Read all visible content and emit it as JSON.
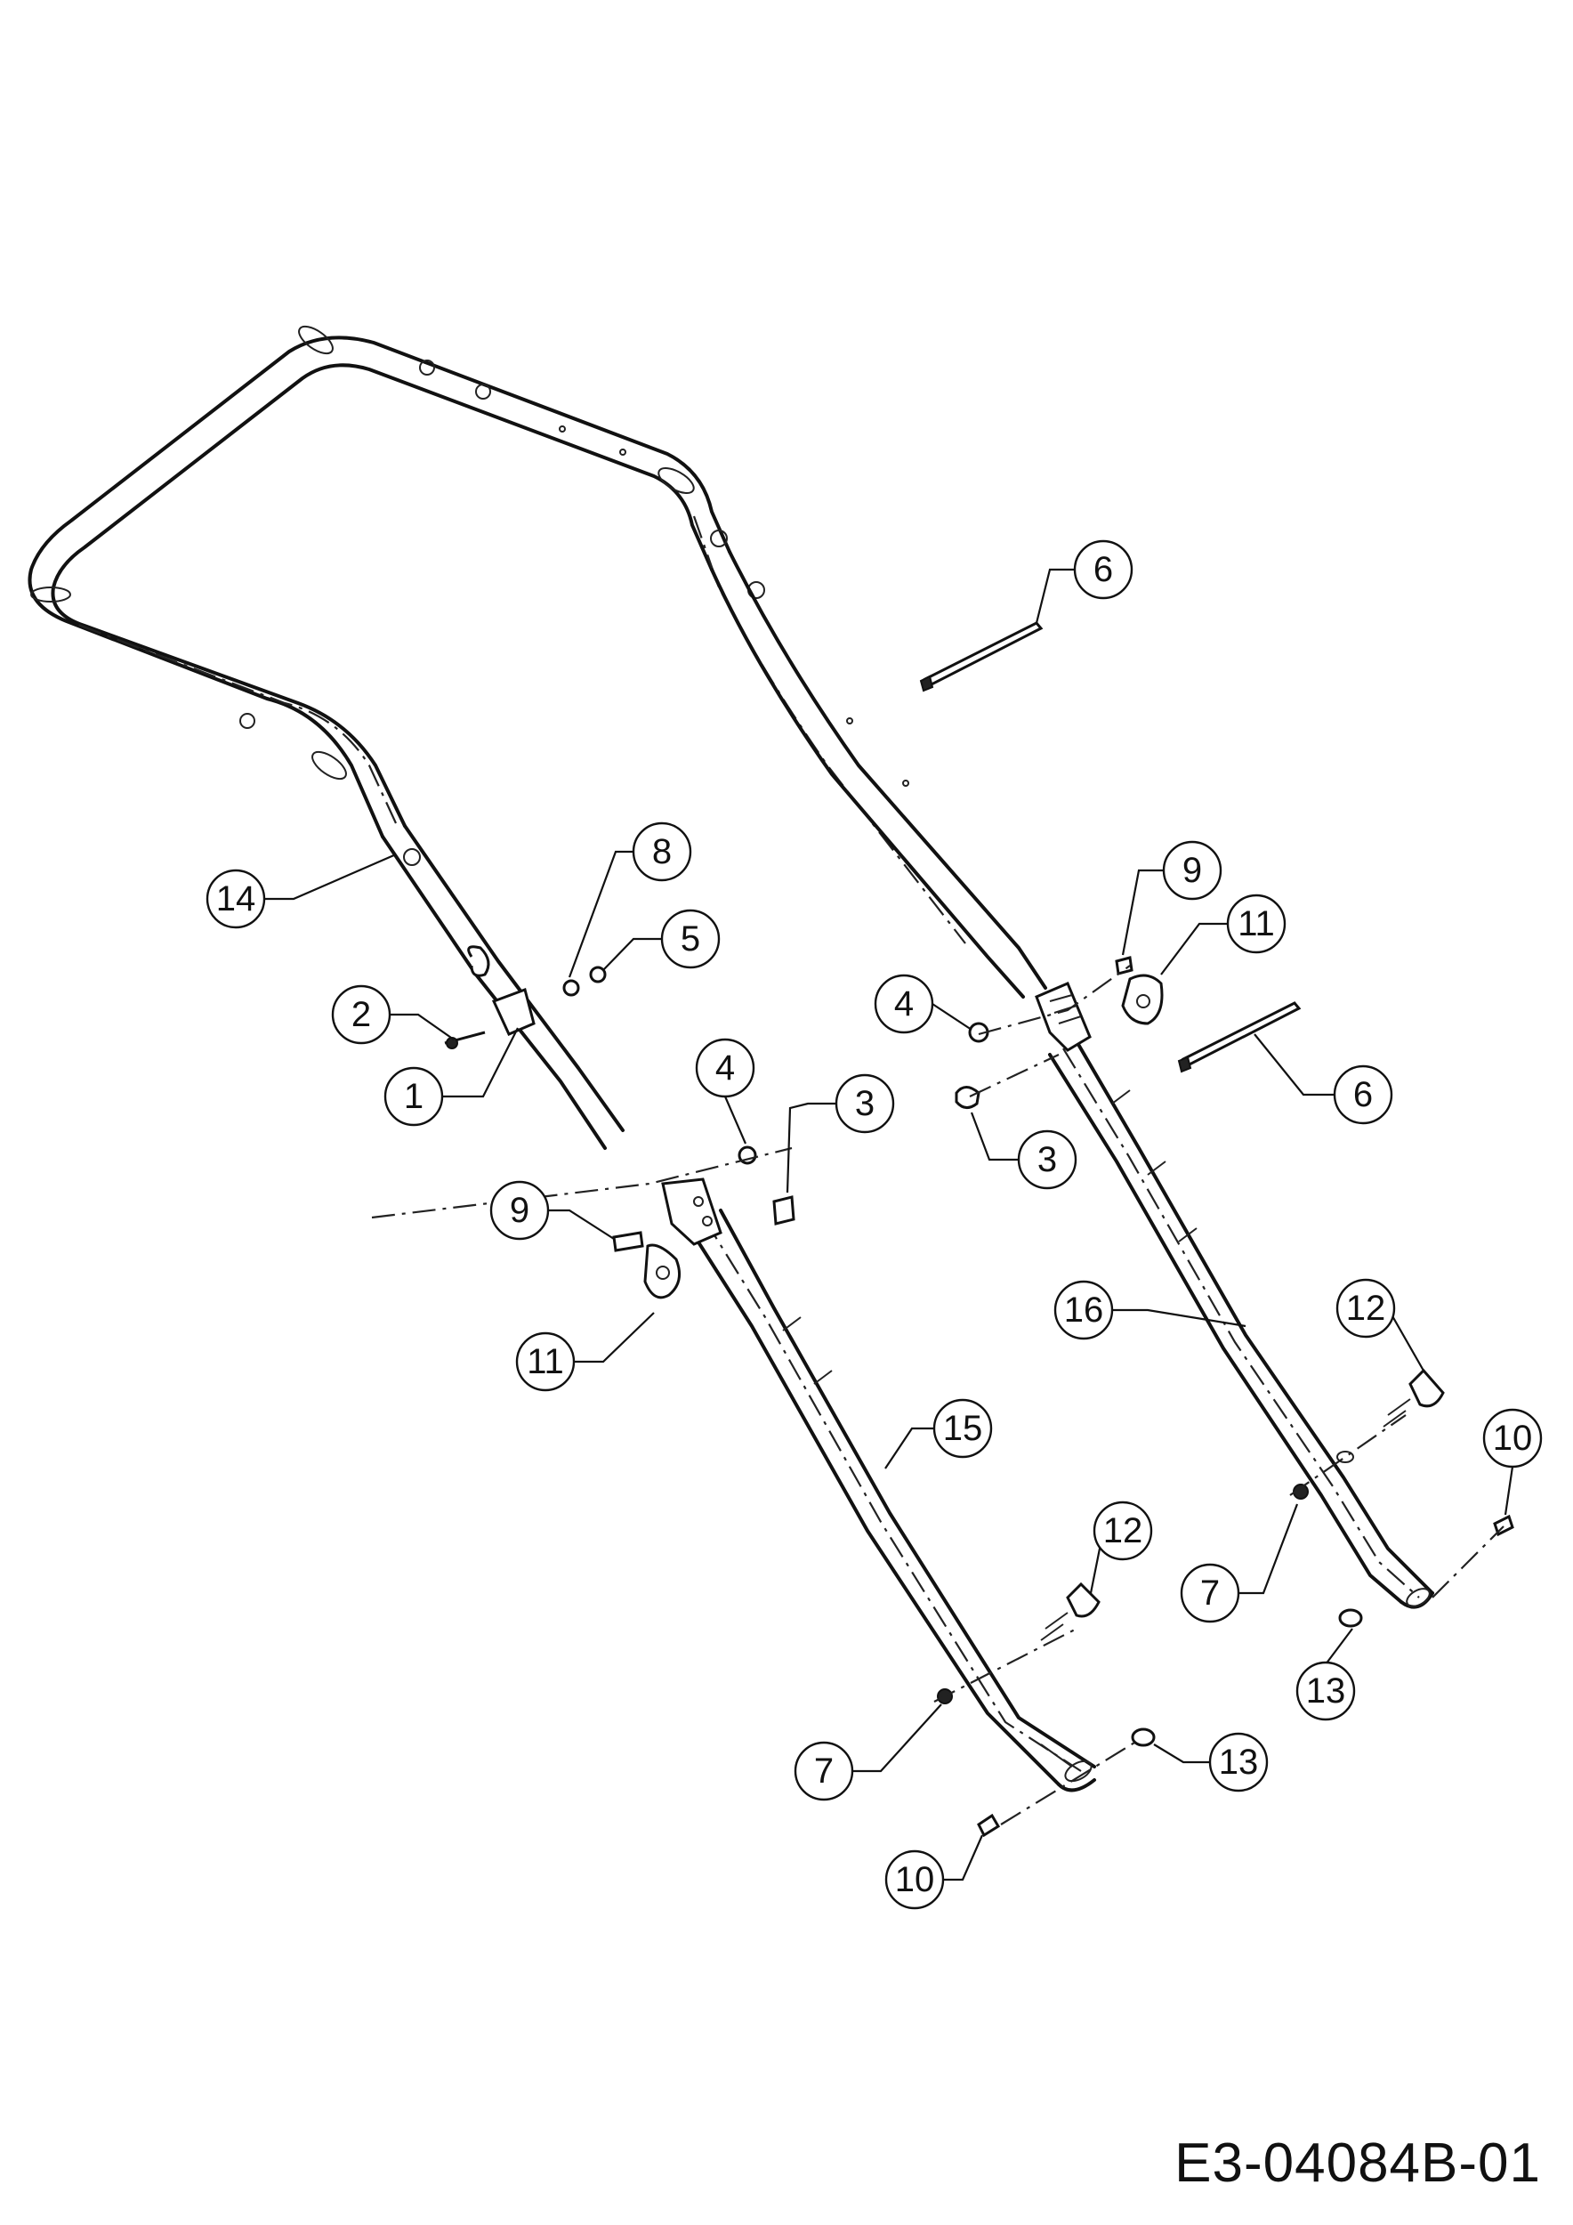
{
  "drawing_code": "E3-04084B-01",
  "callouts": [
    {
      "label": "1",
      "id": "callout-1"
    },
    {
      "label": "2",
      "id": "callout-2"
    },
    {
      "label": "3",
      "id": "callout-3-left"
    },
    {
      "label": "3",
      "id": "callout-3-right"
    },
    {
      "label": "4",
      "id": "callout-4-left"
    },
    {
      "label": "4",
      "id": "callout-4-right"
    },
    {
      "label": "5",
      "id": "callout-5"
    },
    {
      "label": "6",
      "id": "callout-6-top"
    },
    {
      "label": "6",
      "id": "callout-6-right"
    },
    {
      "label": "7",
      "id": "callout-7-left"
    },
    {
      "label": "7",
      "id": "callout-7-right"
    },
    {
      "label": "8",
      "id": "callout-8"
    },
    {
      "label": "9",
      "id": "callout-9-left"
    },
    {
      "label": "9",
      "id": "callout-9-right"
    },
    {
      "label": "10",
      "id": "callout-10-left"
    },
    {
      "label": "10",
      "id": "callout-10-right"
    },
    {
      "label": "11",
      "id": "callout-11-left"
    },
    {
      "label": "11",
      "id": "callout-11-right"
    },
    {
      "label": "12",
      "id": "callout-12-left"
    },
    {
      "label": "12",
      "id": "callout-12-right"
    },
    {
      "label": "13",
      "id": "callout-13-left"
    },
    {
      "label": "13",
      "id": "callout-13-right"
    },
    {
      "label": "14",
      "id": "callout-14"
    },
    {
      "label": "15",
      "id": "callout-15"
    },
    {
      "label": "16",
      "id": "callout-16"
    }
  ]
}
